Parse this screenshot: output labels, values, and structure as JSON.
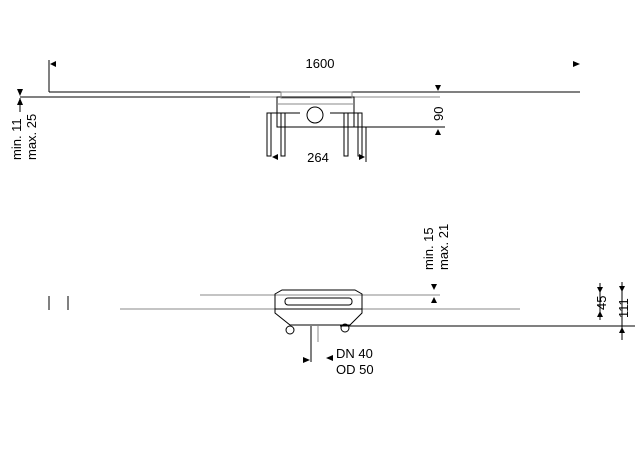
{
  "top_view": {
    "length_label": "1600",
    "height_label": "90",
    "width_label": "264",
    "adjust_min": "min. 11",
    "adjust_max": "max. 25"
  },
  "side_view": {
    "adjust_min": "min. 15",
    "adjust_max": "max. 21",
    "height_45": "45",
    "height_111": "111",
    "pipe_dn": "DN 40",
    "pipe_od": "OD 50"
  }
}
